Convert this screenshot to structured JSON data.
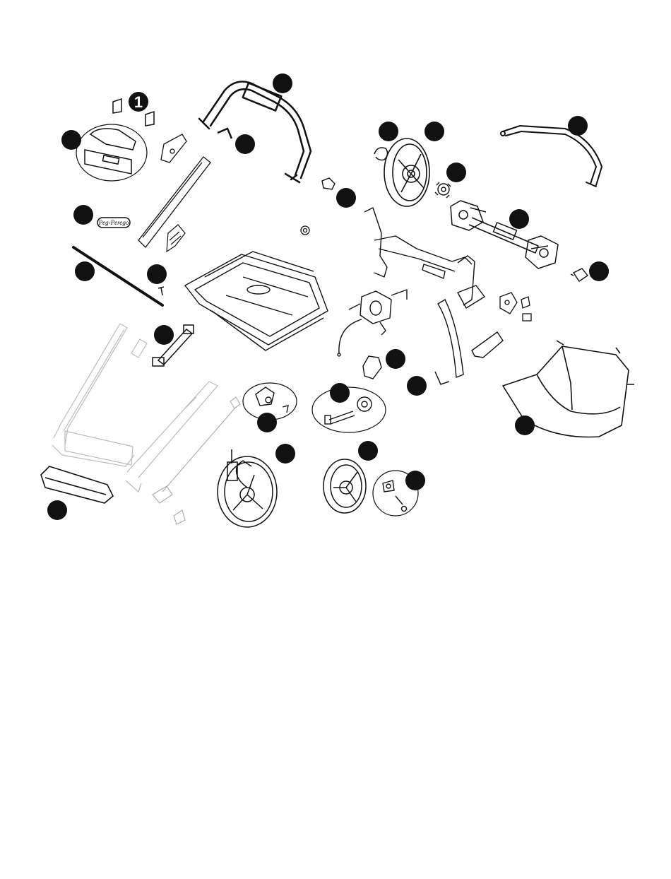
{
  "diagram": {
    "callouts": [
      {
        "id": "c1",
        "label": "1"
      },
      {
        "id": "c2",
        "label": ""
      },
      {
        "id": "c3",
        "label": ""
      },
      {
        "id": "c4",
        "label": ""
      },
      {
        "id": "c5",
        "label": ""
      },
      {
        "id": "c6",
        "label": ""
      },
      {
        "id": "c7",
        "label": ""
      },
      {
        "id": "c8",
        "label": ""
      },
      {
        "id": "c9",
        "label": ""
      },
      {
        "id": "c10",
        "label": ""
      },
      {
        "id": "c11",
        "label": ""
      },
      {
        "id": "c12",
        "label": ""
      },
      {
        "id": "c13",
        "label": ""
      },
      {
        "id": "c14",
        "label": ""
      },
      {
        "id": "c15",
        "label": ""
      },
      {
        "id": "c16",
        "label": ""
      },
      {
        "id": "c17",
        "label": ""
      },
      {
        "id": "c18",
        "label": ""
      },
      {
        "id": "c19",
        "label": ""
      },
      {
        "id": "c20",
        "label": ""
      },
      {
        "id": "c21",
        "label": ""
      },
      {
        "id": "c22",
        "label": ""
      },
      {
        "id": "c23",
        "label": ""
      },
      {
        "id": "c24",
        "label": ""
      }
    ],
    "brand_badge": "Peg-Perego"
  }
}
